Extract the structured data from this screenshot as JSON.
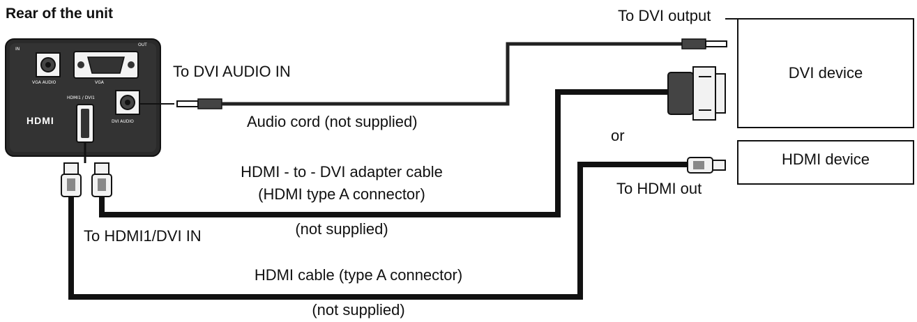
{
  "rear_title": "Rear of the unit",
  "panel": {
    "in_label": "IN",
    "out_label": "OUT",
    "vga_audio_label": "VGA AUDIO",
    "vga_label": "VGA",
    "hdmi_dvi_port_label": "HDMI1 / DVI1",
    "dvi_audio_label": "DVI AUDIO",
    "hdmi_logo": "HDMI"
  },
  "labels": {
    "to_dvi_audio_in": "To DVI AUDIO IN",
    "audio_cord": "Audio cord (not supplied)",
    "to_dvi_output": "To DVI output",
    "or": "or",
    "to_hdmi_out": "To HDMI out",
    "adapter_line1": "HDMI - to - DVI adapter cable",
    "adapter_line2": "(HDMI type A connector)",
    "adapter_line3": "(not supplied)",
    "to_hdmi1_dvi_in": "To HDMI1/DVI IN",
    "hdmi_cable_line1": "HDMI cable (type A connector)",
    "hdmi_cable_line2": "(not supplied)"
  },
  "devices": {
    "dvi_device": "DVI device",
    "hdmi_device": "HDMI device"
  }
}
